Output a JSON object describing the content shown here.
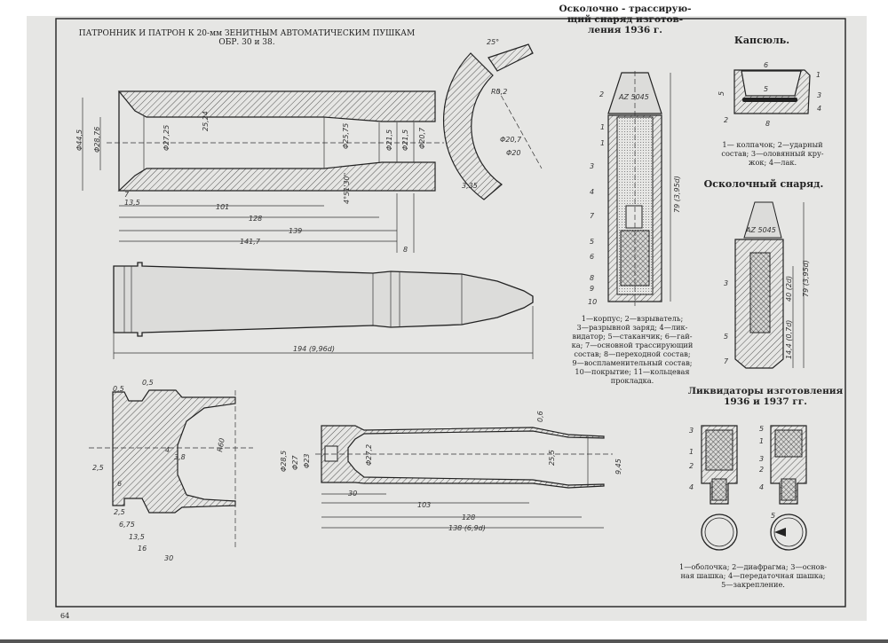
{
  "title": {
    "line1": "ПАТРОННИК И ПАТРОН К 20-мм ЗЕНИТНЫМ АВТОМАТИЧЕСКИМ ПУШКАМ",
    "line2": "ОБР. 30 и 38."
  },
  "tracer_shell": {
    "heading": [
      "Осколочно - трассирую-",
      "щий снаряд изготов-",
      "ления 1936 г."
    ],
    "marking": "AZ 5045",
    "length_label": "79 (3,95d)",
    "callouts": [
      "2",
      "1",
      "1",
      "3",
      "4",
      "7",
      "5",
      "6",
      "8",
      "9",
      "10"
    ],
    "caption": [
      "1—корпус; 2—взрыватель;",
      "3—разрывной заряд; 4—лик-",
      "видатор; 5—стаканчик; 6—гай-",
      "ка; 7—основной трассирующий",
      "состав; 8—переходной состав;",
      "9—воспламенительный состав;",
      "10—покрытие; 11—кольцевая",
      "прокладка."
    ]
  },
  "primer": {
    "heading": "Капсюль.",
    "dims": [
      "6",
      "5",
      "5",
      "8"
    ],
    "callouts": [
      "1",
      "3",
      "4",
      "2"
    ],
    "caption": [
      "1— колпачок; 2—ударный",
      "состав; 3—оловянный кру-",
      "жок; 4—лак."
    ]
  },
  "frag_shell": {
    "heading": "Осколочный снаряд.",
    "marking": "AZ 5045",
    "dims": [
      "40 (2d)",
      "79 (3,95d)",
      "14,4 (0,7d)"
    ],
    "callouts": [
      "3",
      "5",
      "7"
    ]
  },
  "self_destructs": {
    "heading": [
      "Ликвидаторы изготовления",
      "1936 и 1937 гг."
    ],
    "callouts_left": [
      "3",
      "1",
      "2",
      "4"
    ],
    "callouts_right": [
      "5",
      "1",
      "3",
      "2",
      "4",
      "5"
    ],
    "caption": [
      "1—оболочка; 2—диафрагма; 3—основ-",
      "ная шашка; 4—передаточная шашка;",
      "5—закрепление."
    ]
  },
  "chamber": {
    "dims": [
      "Φ44,5",
      "Φ28,76",
      "Φ27,25",
      "25,24",
      "Φ25,75",
      "Φ21,5",
      "Φ21,5",
      "Φ20,7",
      "7",
      "13,5",
      "101",
      "128",
      "139",
      "141,7",
      "8",
      "4°51'30\""
    ],
    "section_dims": [
      "25°",
      "R0,2",
      "Φ20,7",
      "Φ20",
      "3,35"
    ]
  },
  "cartridge": {
    "length_label": "194 (9,96d)"
  },
  "base": {
    "dims": [
      "0,5",
      "0,5",
      "R60",
      "4",
      "3,8",
      "2,5",
      "6",
      "2,5",
      "6,75",
      "13,5",
      "16",
      "30"
    ]
  },
  "case": {
    "dims": [
      "Φ28,5",
      "Φ27",
      "Φ23",
      "Φ27,2",
      "25,5",
      "9,45",
      "0,6",
      "30",
      "103",
      "128",
      "138 (6,9d)"
    ]
  },
  "page_number": "64"
}
